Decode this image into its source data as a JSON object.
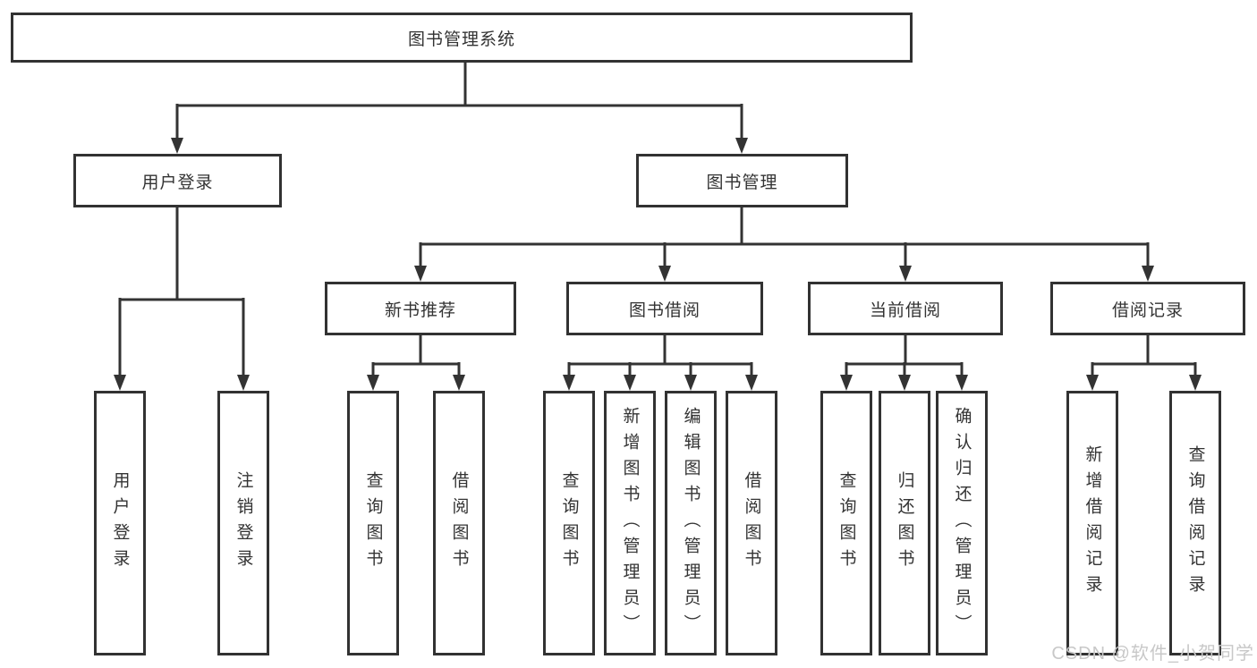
{
  "title": "图书管理系统",
  "tree": {
    "label": "图书管理系统",
    "children": [
      {
        "label": "用户登录",
        "children": [
          {
            "label": "用户登录"
          },
          {
            "label": "注销登录"
          }
        ]
      },
      {
        "label": "图书管理",
        "children": [
          {
            "label": "新书推荐",
            "children": [
              {
                "label": "查询图书"
              },
              {
                "label": "借阅图书"
              }
            ]
          },
          {
            "label": "图书借阅",
            "children": [
              {
                "label": "查询图书"
              },
              {
                "label": "新增图书（管理员）"
              },
              {
                "label": "编辑图书（管理员）"
              },
              {
                "label": "借阅图书"
              }
            ]
          },
          {
            "label": "当前借阅",
            "children": [
              {
                "label": "查询图书"
              },
              {
                "label": "归还图书"
              },
              {
                "label": "确认归还（管理员）"
              }
            ]
          },
          {
            "label": "借阅记录",
            "children": [
              {
                "label": "新增借阅记录"
              },
              {
                "label": "查询借阅记录"
              }
            ]
          }
        ]
      }
    ]
  },
  "watermark": {
    "text": "CSDN @软件_小贺同学"
  },
  "colors": {
    "line": "#333333",
    "text": "#333333",
    "box_background": "#ffffff",
    "page_background": "#ffffff",
    "watermark": "#c8c8c8"
  }
}
